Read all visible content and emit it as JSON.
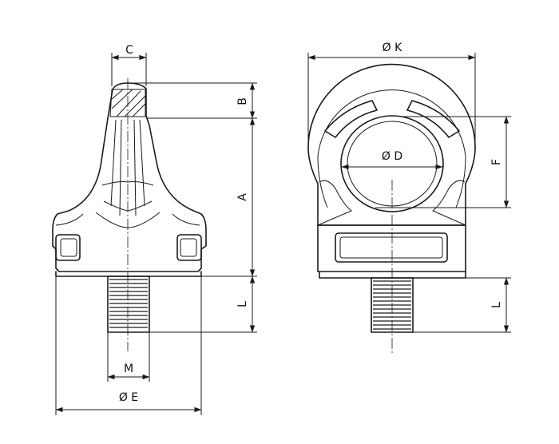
{
  "labels": {
    "c": "C",
    "b": "B",
    "a": "A",
    "l_left": "L",
    "m": "M",
    "e": "Ø E",
    "k": "Ø K",
    "d": "Ø D",
    "f": "F",
    "l_right": "L"
  }
}
